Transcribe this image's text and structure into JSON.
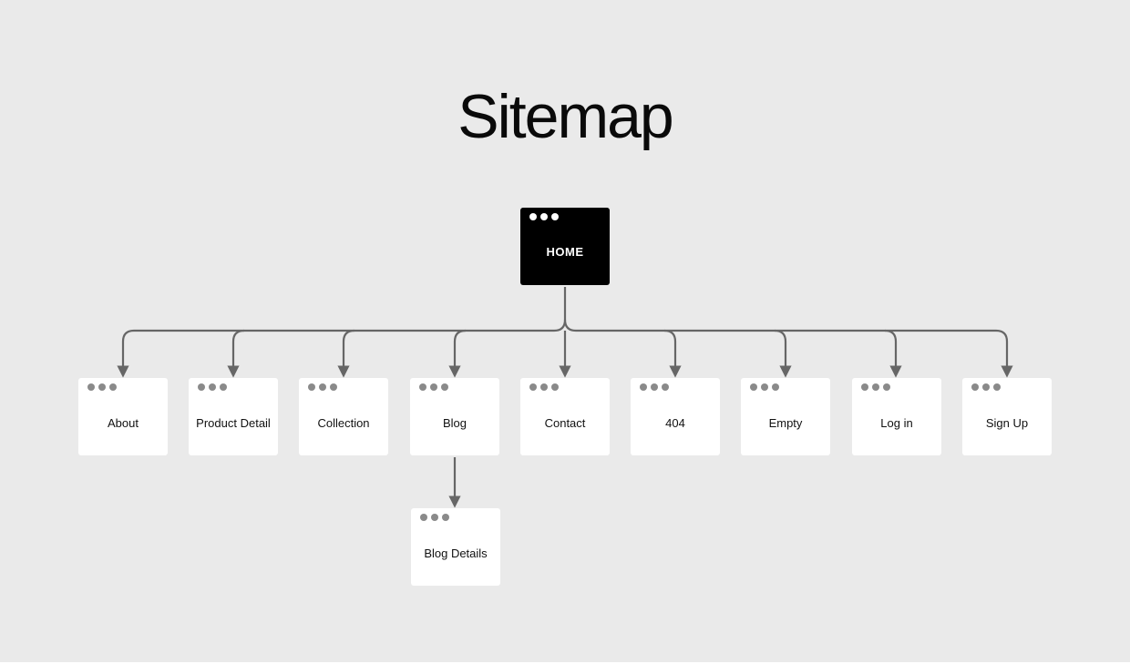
{
  "title": "Sitemap",
  "home": {
    "label": "HOME"
  },
  "pages": [
    {
      "label": "About"
    },
    {
      "label": "Product Detail"
    },
    {
      "label": "Collection"
    },
    {
      "label": "Blog"
    },
    {
      "label": "Contact"
    },
    {
      "label": "404"
    },
    {
      "label": "Empty"
    },
    {
      "label": "Log in"
    },
    {
      "label": "Sign Up"
    }
  ],
  "subpages": [
    {
      "label": "Blog Details",
      "parent": "Blog"
    }
  ],
  "colors": {
    "background": "#eaeaea",
    "card": "#ffffff",
    "home_card": "#000000",
    "connector": "#666666",
    "window_dots": "#8a8a8a"
  }
}
